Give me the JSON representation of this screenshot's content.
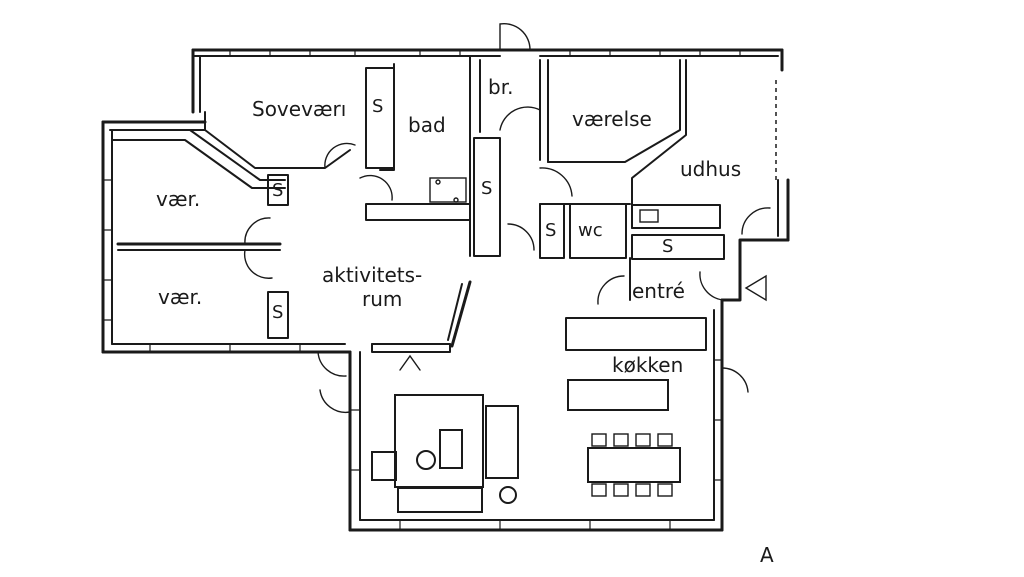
{
  "rooms": {
    "sovevaer": "Soveværı",
    "bad": "bad",
    "br": "br.",
    "vaerelse": "værelse",
    "udhus": "udhus",
    "vaer1": "vær.",
    "vaer2": "vær.",
    "aktivitetsrum_line1": "aktivitets-",
    "aktivitetsrum_line2": "rum",
    "wc": "wc",
    "entre": "entré",
    "koekken": "køkken"
  },
  "symbols": {
    "storage": "S",
    "north_mark": "A"
  }
}
